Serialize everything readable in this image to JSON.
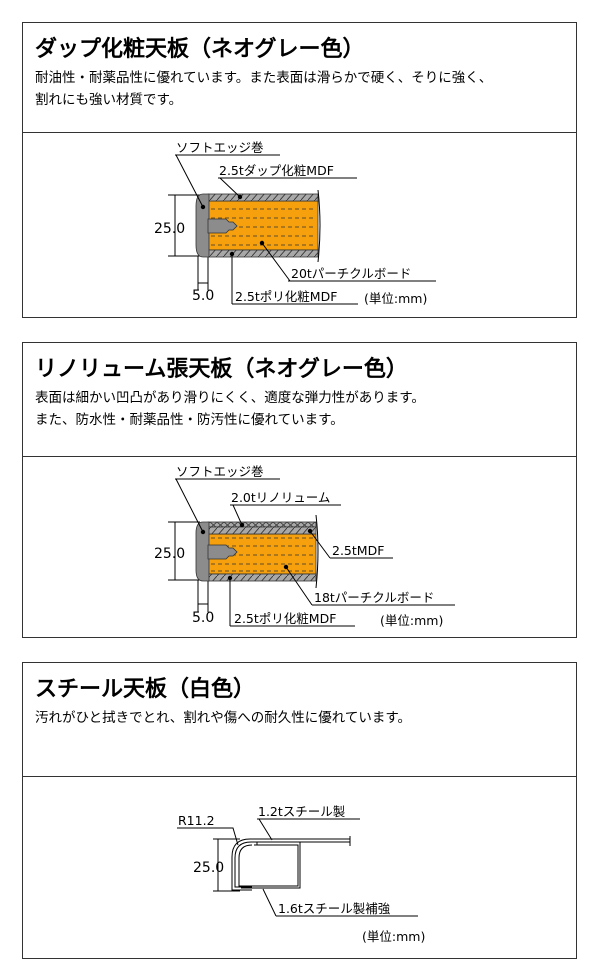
{
  "sections": [
    {
      "title": "ダップ化粧天板（ネオグレー色）",
      "desc_lines": [
        "耐油性・耐薬品性に優れています。また表面は滑らかで硬く、そりに強く、",
        "割れにも強い材質です。"
      ],
      "diagram": {
        "edge_label": "ソフトエッジ巻",
        "top_label": "2.5tダップ化粧MDF",
        "core_label": "20tパーチクルボード",
        "bottom_label": "2.5tポリ化粧MDF",
        "height_dim": "25.0",
        "edge_dim": "5.0",
        "unit": "(単位:mm)"
      }
    },
    {
      "title": "リノリューム張天板（ネオグレー色）",
      "desc_lines": [
        "表面は細かい凹凸があり滑りにくく、適度な弾力性があります。",
        "また、防水性・耐薬品性・防汚性に優れています。"
      ],
      "diagram": {
        "edge_label": "ソフトエッジ巻",
        "top_label": "2.0tリノリューム",
        "mdf_label": "2.5tMDF",
        "core_label": "18tパーチクルボード",
        "bottom_label": "2.5tポリ化粧MDF",
        "height_dim": "25.0",
        "edge_dim": "5.0",
        "unit": "(単位:mm)"
      }
    },
    {
      "title": "スチール天板（白色）",
      "desc_lines": [
        "汚れがひと拭きでとれ、割れや傷への耐久性に優れています。"
      ],
      "diagram": {
        "radius_label": "R11.2",
        "top_label": "1.2tスチール製",
        "bottom_label": "1.6tスチール製補強",
        "height_dim": "25.0",
        "unit": "(単位:mm)"
      }
    }
  ],
  "colors": {
    "core": "#f5a00c",
    "layer": "#a8a8a8",
    "edge": "#8c8c8c"
  }
}
